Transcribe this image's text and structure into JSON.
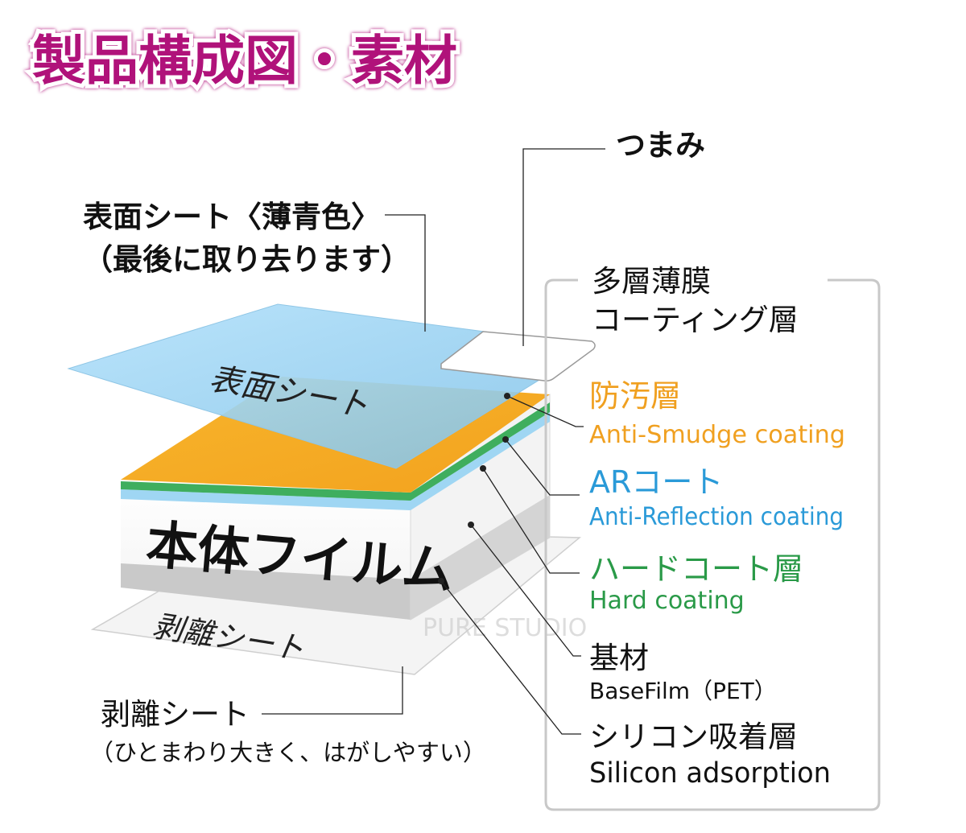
{
  "title": "製品構成図・素材",
  "labels": {
    "surface_sheet": {
      "line1": "表面シート〈薄青色〉",
      "line2": "（最後に取り去ります）"
    },
    "tab": "つまみ",
    "multilayer": {
      "line1": "多層薄膜",
      "line2": "コーティング層"
    },
    "anti_smudge": {
      "jp": "防汚層",
      "en": "Anti-Smudge coating"
    },
    "ar_coat": {
      "jp": "ARコート",
      "en": "Anti-Reflection coating"
    },
    "hard_coat": {
      "jp": "ハードコート層",
      "en": "Hard coating"
    },
    "base": {
      "jp": "基材",
      "en": "BaseFilm（PET）"
    },
    "silicon": {
      "jp": "シリコン吸着層",
      "en": "Silicon adsorption"
    },
    "release_sheet": {
      "line1": "剥離シート",
      "line2": "（ひとまわり大きく、はがしやすい）"
    }
  },
  "layer_text": {
    "surface": "表面シート",
    "main_film": "本体フイルム",
    "release": "剥離シート"
  },
  "watermark": "PURE STUDIO",
  "colors": {
    "title_fill": "#b0127a",
    "title_outline": "#ffffff",
    "anti_smudge": "#f0a020",
    "ar_coat": "#2a9ad8",
    "hard_coat": "#2a9a48",
    "surface_sheet": "#9ed3f0",
    "text": "#111111"
  }
}
